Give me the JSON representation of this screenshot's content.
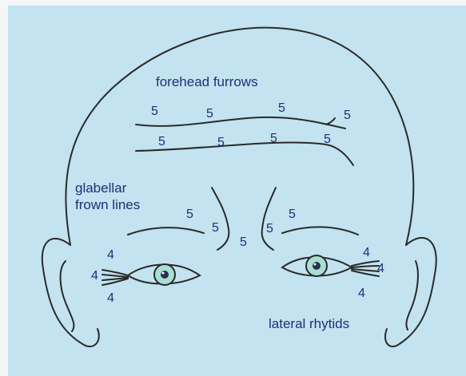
{
  "colors": {
    "background": "#c2e3ef",
    "line": "#2a2a2a",
    "text": "#1e2f78",
    "iris": "#a8dfd5",
    "pupil": "#27324e"
  },
  "labels": {
    "forehead_furrows": "forehead furrows",
    "glabellar_line1": "glabellar",
    "glabellar_line2": "frown lines",
    "lateral_rhytids": "lateral rhytids"
  },
  "grades": {
    "furrow_row1": [
      "5",
      "5",
      "5",
      "5"
    ],
    "furrow_row2": [
      "5",
      "5",
      "5",
      "5"
    ],
    "glabellar": [
      "5",
      "5",
      "5",
      "5",
      "5"
    ],
    "lateral_left": [
      "4",
      "4",
      "4"
    ],
    "lateral_right": [
      "4",
      "4",
      "4"
    ]
  }
}
